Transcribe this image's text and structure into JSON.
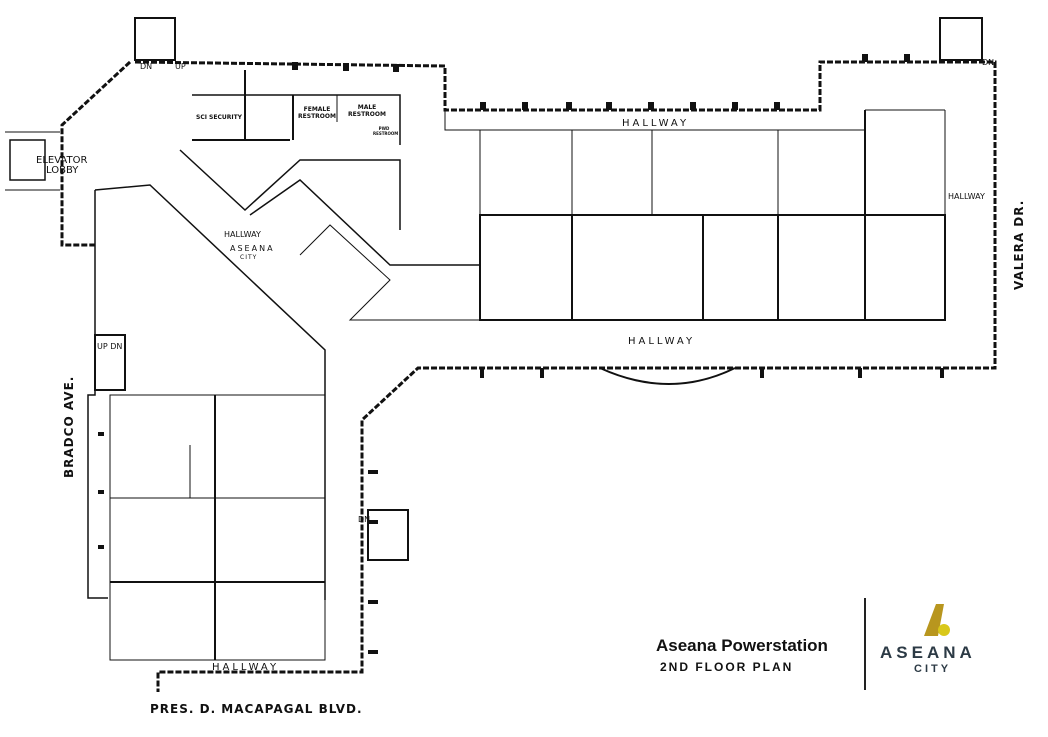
{
  "title": "Aseana Powerstation",
  "subtitle": "2ND FLOOR PLAN",
  "brand": {
    "name": "ASEANA",
    "sub": "CITY",
    "colors": {
      "gold": "#b8961e",
      "dot": "#d9c81a",
      "text": "#2c3a45"
    }
  },
  "streets": {
    "west": "BRADCO AVE.",
    "east": "VALERA DR.",
    "south": "PRES. D. MACAPAGAL BLVD."
  },
  "hallways": {
    "top": "HALLWAY",
    "middle": "HALLWAY",
    "right": "HALLWAY",
    "bottom": "HALLWAY",
    "diagonal": "HALLWAY"
  },
  "lobby": {
    "line1": "ASEANA",
    "line2": "CITY"
  },
  "rooms": {
    "security": "SCI SECURITY",
    "female": "FEMALE RESTROOM",
    "male": "MALE RESTROOM",
    "pwd": "PWD RESTROOM"
  },
  "elevator": {
    "line1": "ELEVATOR",
    "line2": "LOBBY"
  },
  "stairs": {
    "top_left_dn": "DN",
    "top_left_up": "UP",
    "top_right": "DN",
    "left": "UP DN",
    "bottom": "DN"
  }
}
